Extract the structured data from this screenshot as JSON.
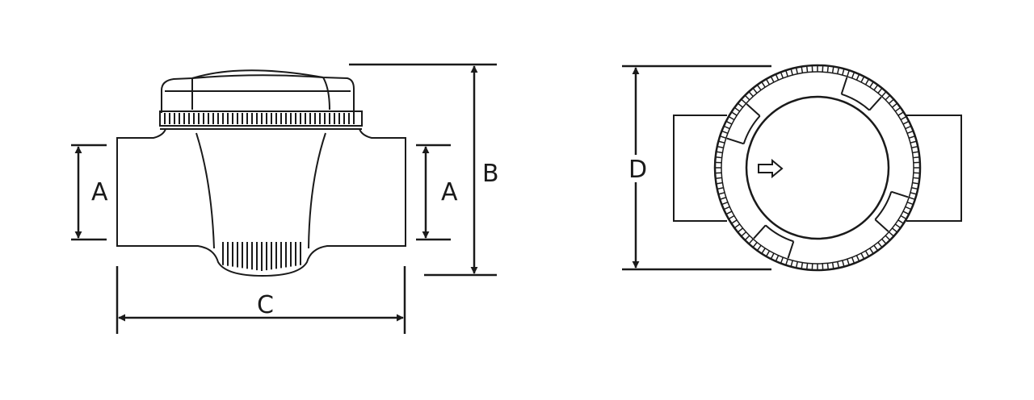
{
  "diagram": {
    "side_view": {
      "labels": {
        "height_left": "A",
        "height_right": "A",
        "overall_height": "B",
        "length": "C"
      }
    },
    "top_view": {
      "labels": {
        "diameter": "D"
      }
    }
  },
  "colors": {
    "stroke": "#1a1a1a",
    "background": "#ffffff"
  }
}
